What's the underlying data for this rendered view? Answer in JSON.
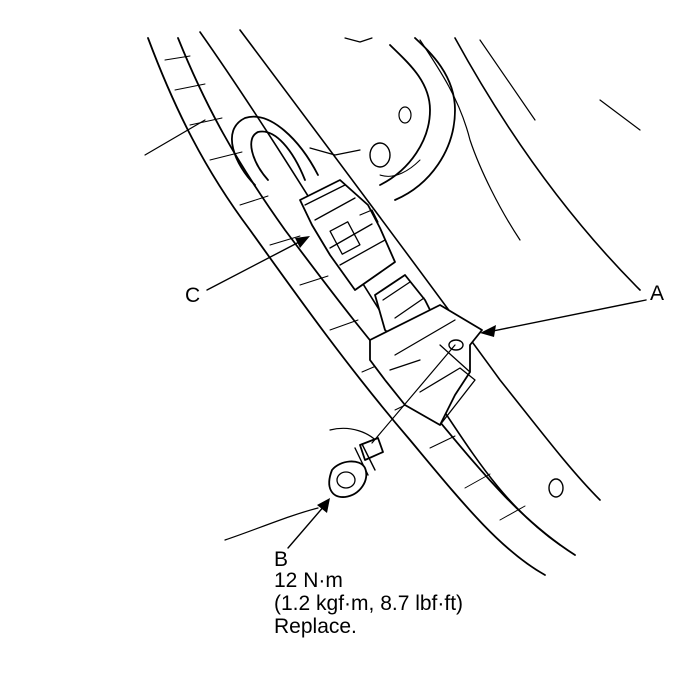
{
  "callouts": {
    "a": "A",
    "b": "B",
    "c": "C"
  },
  "spec": {
    "torque": "12 N·m",
    "torque_alt": "(1.2 kgf·m, 8.7 lbf·ft)",
    "note": "Replace."
  }
}
